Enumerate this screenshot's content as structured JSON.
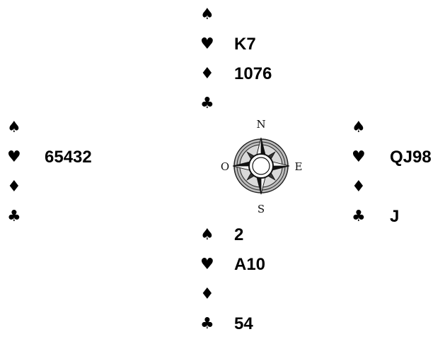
{
  "suits": {
    "spade": "♠",
    "heart": "♥",
    "diamond": "♦",
    "club": "♣"
  },
  "hands": {
    "north": {
      "spades": "",
      "hearts": "K7",
      "diamonds": "1076",
      "clubs": ""
    },
    "west": {
      "spades": "",
      "hearts": "65432",
      "diamonds": "",
      "clubs": ""
    },
    "east": {
      "spades": "",
      "hearts": "QJ98",
      "diamonds": "",
      "clubs": "J"
    },
    "south": {
      "spades": "2",
      "hearts": "A10",
      "diamonds": "",
      "clubs": "54"
    }
  },
  "compass": {
    "north": "N",
    "east": "E",
    "south": "S",
    "west": "O"
  }
}
